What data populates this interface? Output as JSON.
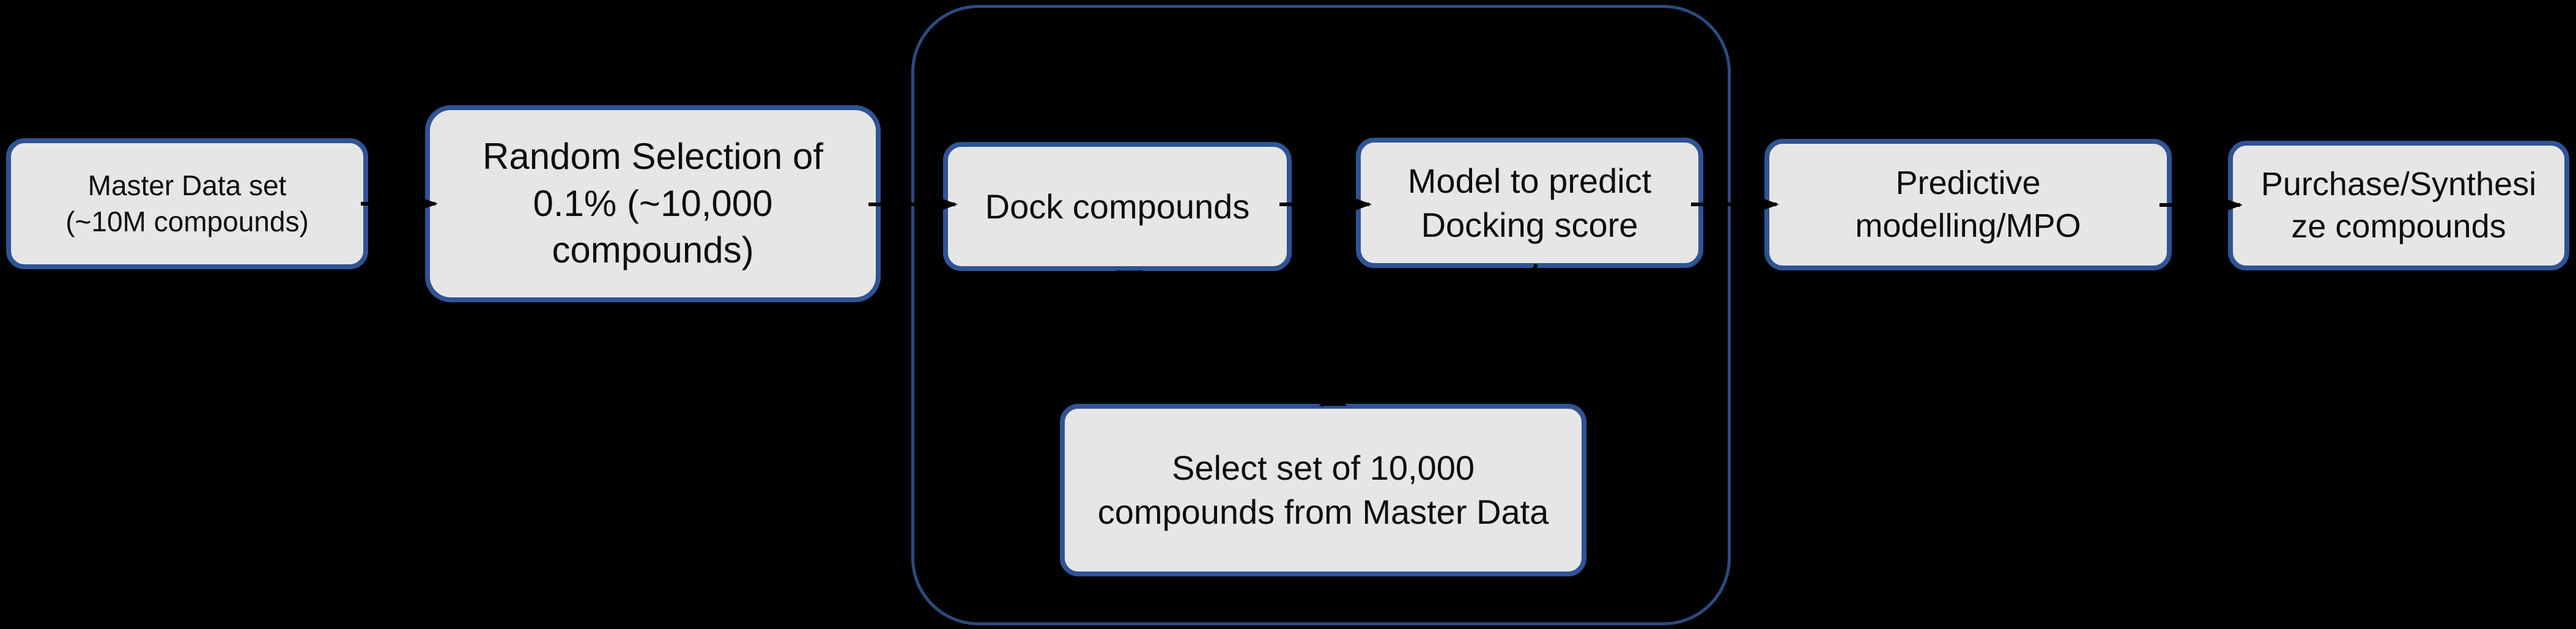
{
  "diagram": {
    "colors": {
      "background": "#000000",
      "node-fill": "#e7e6e6",
      "node-border": "#2f5496",
      "container-border": "#2c4b7e",
      "connector": "#000000",
      "text": "#0d0d0d"
    },
    "nodes": [
      {
        "name": "master-data-set",
        "lines": [
          "Master Data set",
          "(~10M compounds)"
        ]
      },
      {
        "name": "random-selection",
        "lines": [
          "Random Selection of",
          "0.1% (~10,000",
          "compounds)"
        ]
      },
      {
        "name": "dock-compounds",
        "lines": [
          "Dock compounds"
        ]
      },
      {
        "name": "model-predict-score",
        "lines": [
          "Model to predict",
          "Docking score"
        ]
      },
      {
        "name": "select-set",
        "lines": [
          "Select set of 10,000",
          "compounds from Master Data"
        ]
      },
      {
        "name": "predictive-modelling",
        "lines": [
          "Predictive",
          "modelling/MPO"
        ]
      },
      {
        "name": "purchase-synthesize",
        "lines": [
          "Purchase/Synthesi",
          "ze compounds"
        ]
      }
    ]
  }
}
